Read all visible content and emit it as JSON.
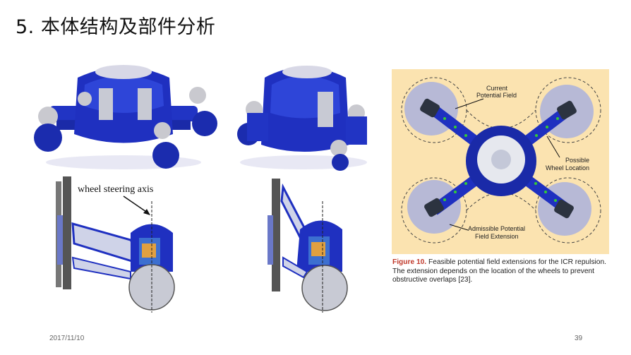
{
  "slide": {
    "title": "5. 本体结构及部件分析",
    "date": "2017/11/10",
    "page_number": "39"
  },
  "left_figure": {
    "annotation": "wheel steering axis"
  },
  "right_figure": {
    "label_current": "Current",
    "label_current2": "Potential Field",
    "label_possible": "Possible",
    "label_possible2": "Wheel Location",
    "label_admissible": "Admissible Potential",
    "label_admissible2": "Field Extension",
    "caption_prefix": "Figure 10.",
    "caption_text": "Feasible potential field extensions for the ICR repulsion. The extension depends on the location of the wheels to prevent obstructive overlaps [23]."
  },
  "colors": {
    "robot_blue": "#1e2fb8",
    "panel_bg": "#fbe3b0",
    "caption_accent": "#c0392b"
  }
}
